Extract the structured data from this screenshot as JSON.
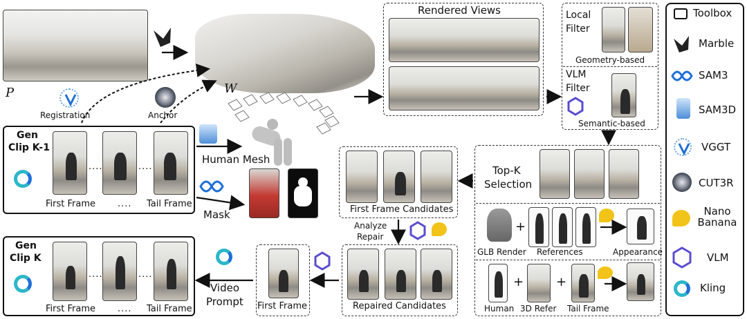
{
  "panorama": {
    "label": "P"
  },
  "world": {
    "label": "W"
  },
  "icons_left": {
    "registration_label": "Registration",
    "anchor_label": "Anchor"
  },
  "gen_clip_prev": {
    "title_line1": "Gen",
    "title_line2": "Clip K-1",
    "first_frame": "First Frame",
    "dots": "....",
    "tail_frame": "Tail Frame"
  },
  "human_mesh": {
    "label": "Human Mesh"
  },
  "mask": {
    "label": "Mask"
  },
  "rendered_views": {
    "title": "Rendered Views"
  },
  "local_filter": {
    "title_line1": "Local",
    "title_line2": "Filter",
    "caption": "Geometry-based"
  },
  "vlm_filter": {
    "title_line1": "VLM",
    "title_line2": "Filter",
    "caption": "Semantic-based"
  },
  "topk": {
    "title_line1": "Top-K",
    "title_line2": "Selection"
  },
  "first_frame_candidates": {
    "caption": "First Frame Candidates"
  },
  "analyze_repair": {
    "line1": "Analyze",
    "line2": "Repair"
  },
  "appearance_row": {
    "glb": "GLB Render",
    "references": "References",
    "appearance": "Appearance"
  },
  "human_row": {
    "human": "Human",
    "refer": "3D Refer",
    "tail": "Tail Frame"
  },
  "repaired": {
    "caption": "Repaired Candidates"
  },
  "first_frame_box": {
    "caption": "First Frame"
  },
  "video_prompt": {
    "line1": "Video",
    "line2": "Prompt"
  },
  "gen_clip_k": {
    "title_line1": "Gen",
    "title_line2": "Clip K",
    "first_frame": "First Frame",
    "dots": "....",
    "tail_frame": "Tail Frame"
  },
  "toolbox": {
    "title": "Toolbox",
    "items": [
      {
        "label": "Marble",
        "icon": "marble-icon"
      },
      {
        "label": "SAM3",
        "icon": "meta-icon"
      },
      {
        "label": "SAM3D",
        "icon": "sam3d-icon"
      },
      {
        "label": "VGGT",
        "icon": "vggt-icon"
      },
      {
        "label": "CUT3R",
        "icon": "cut3r-icon"
      },
      {
        "label": "Nano Banana",
        "icon": "banana-icon"
      },
      {
        "label": "VLM",
        "icon": "vlm-icon"
      },
      {
        "label": "Kling",
        "icon": "kling-icon"
      }
    ]
  },
  "colors": {
    "accent_blue": "#1f6fd8",
    "kling_teal": "#2bb7c9",
    "vlm_purple": "#5a4ccf",
    "banana_yellow": "#f2c318"
  }
}
